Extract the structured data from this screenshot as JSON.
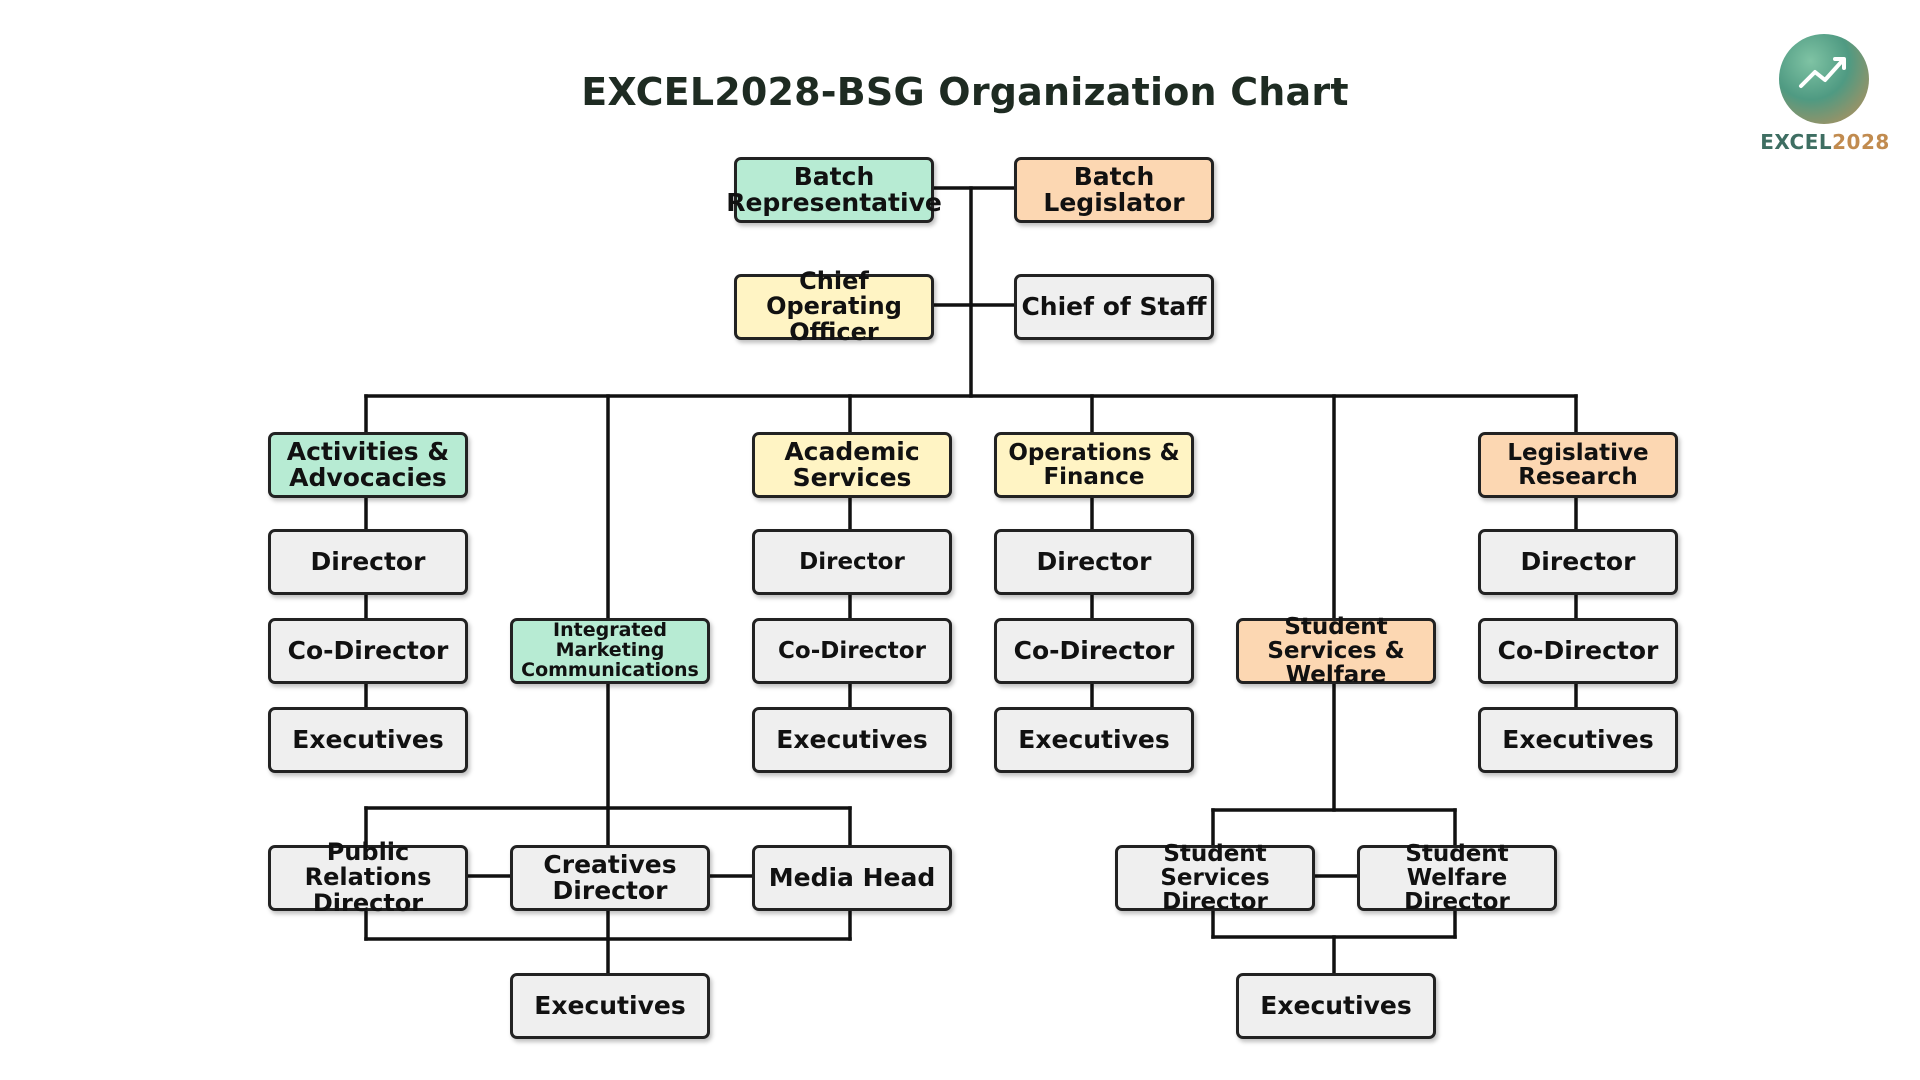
{
  "title": "EXCEL2028-BSG Organization Chart",
  "logo": {
    "word": "EXCEL",
    "year": "2028"
  },
  "colors": {
    "green": "#b7ebd3",
    "yellow": "#fff4c4",
    "orange": "#fcd7b2",
    "grey": "#efefef",
    "line": "#111111"
  },
  "nodes": {
    "batch_rep": "Batch Representative",
    "batch_legislator": "Batch Legislator",
    "coo": "Chief Operating Officer",
    "chief_of_staff": "Chief of Staff",
    "activities": "Activities & Advocacies",
    "activities_director": "Director",
    "activities_codirector": "Co-Director",
    "activities_executives": "Executives",
    "imc": "Integrated Marketing Communications",
    "academic": "Academic Services",
    "academic_director": "Director",
    "academic_codirector": "Co-Director",
    "academic_executives": "Executives",
    "operations": "Operations & Finance",
    "operations_director": "Director",
    "operations_codirector": "Co-Director",
    "operations_executives": "Executives",
    "ssw": "Student Services & Welfare",
    "legislative": "Legislative Research",
    "legislative_director": "Director",
    "legislative_codirector": "Co-Director",
    "legislative_executives": "Executives",
    "pr_director": "Public Relations Director",
    "creatives_director": "Creatives Director",
    "media_head": "Media Head",
    "imc_executives": "Executives",
    "ss_director": "Student Services Director",
    "sw_director": "Student Welfare Director",
    "ssw_executives": "Executives"
  }
}
